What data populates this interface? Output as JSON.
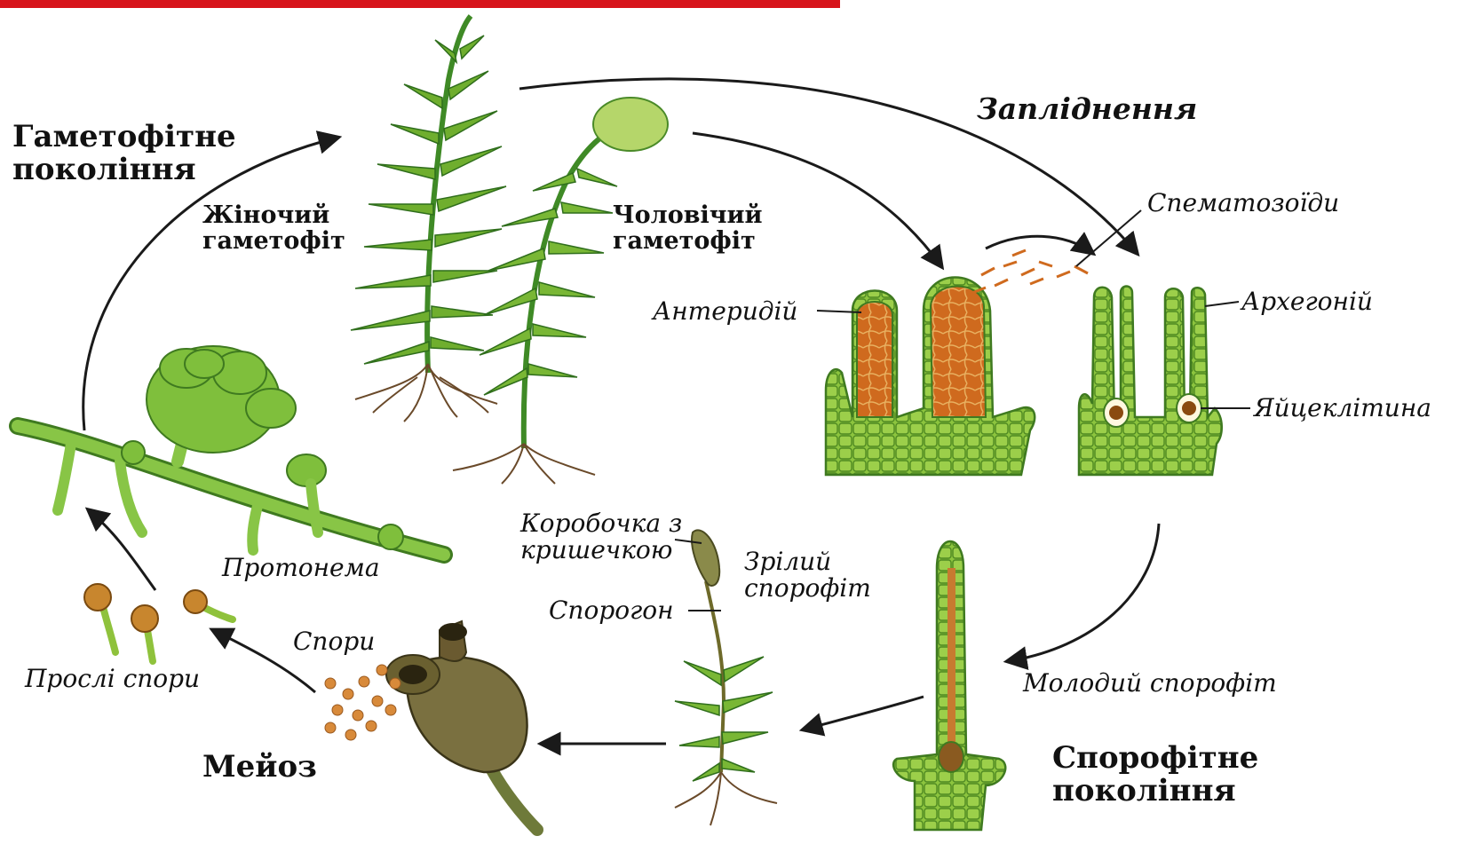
{
  "labels": {
    "gametophyte_generation": [
      "Гаметофітне",
      "покоління"
    ],
    "female_gametophyte": [
      "Жіночий",
      "гаметофіт"
    ],
    "male_gametophyte": [
      "Чоловічий",
      "гаметофіт"
    ],
    "fertilization": "Запліднення",
    "spermatozoids": "Спематозоїди",
    "antheridium": "Антеридій",
    "archegonium": "Архегоній",
    "egg_cell": "Яйцеклітина",
    "protonema": "Протонема",
    "capsule_with_lid": [
      "Коробочка з",
      "кришечкою"
    ],
    "mature_sporophyte": [
      "Зрілий",
      "спорофіт"
    ],
    "sporogon": "Спорогон",
    "spores": "Спори",
    "germinated_spores": "Прослі спори",
    "young_sporophyte": "Молодий спорофіт",
    "meiosis": "Мейоз",
    "sporophyte_generation": [
      "Спорофітне",
      "покоління"
    ]
  },
  "colors": {
    "accent_bar": "#d7141b",
    "plant_green": "#3f8a26",
    "leaf_light": "#8fc23c",
    "cell_fill": "#8cc43e",
    "organ_orange": "#cf6a1e",
    "root_brown": "#6a4a2a",
    "arrow": "#1a1a1a"
  }
}
